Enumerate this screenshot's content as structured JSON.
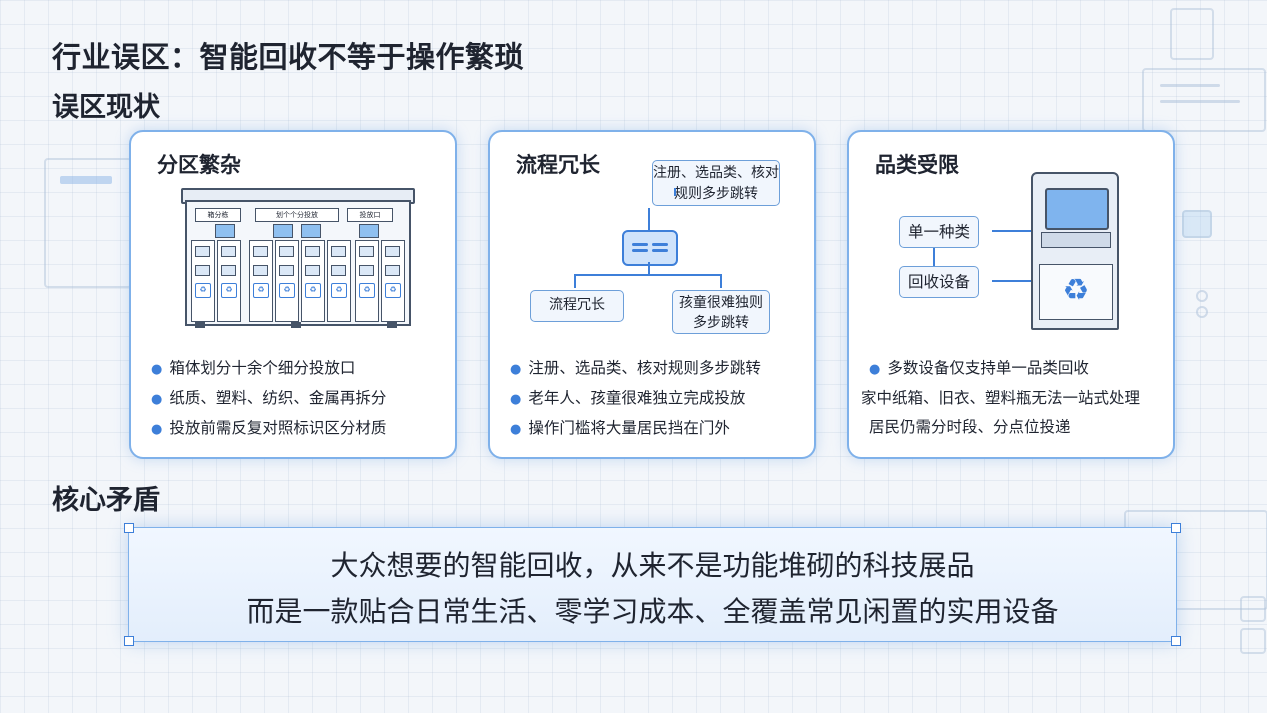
{
  "header": {
    "title": "行业误区：智能回收不等于操作繁琐",
    "subtitle": "误区现状"
  },
  "cards": [
    {
      "title": "分区繁杂",
      "illustration": {
        "signs": [
          "箱分栋",
          "划个个分投放",
          "投放口"
        ]
      },
      "bullets": [
        "箱体划分十余个细分投放口",
        "纸质、塑料、纺织、金属再拆分",
        "投放前需反复对照标识区分材质"
      ]
    },
    {
      "title": "流程冗长",
      "flow": {
        "top_box": "注册、选品类、核对规则多步跳转",
        "left_box": "流程冗长",
        "right_box": "孩童很难独则多步跳转"
      },
      "bullets": [
        "注册、选品类、核对规则多步跳转",
        "老年人、孩童很难独立完成投放",
        "操作门槛将大量居民挡在门外"
      ]
    },
    {
      "title": "品类受限",
      "tags": [
        "单一种类",
        "回收设备"
      ],
      "bullets": [
        "多数设备仅支持单一品类回收",
        "家中纸箱、旧衣、塑料瓶无法一站式处理",
        "居民仍需分时段、分点位投递"
      ]
    }
  ],
  "core": {
    "title": "核心矛盾",
    "line1": "大众想要的智能回收，从来不是功能堆砌的科技展品",
    "line2": "而是一款贴合日常生活、零学习成本、全覆盖常见闲置的实用设备"
  },
  "icons": {
    "recycle": "recycle-icon",
    "bullet": "bullet-dot-icon"
  },
  "colors": {
    "accent": "#3d7fd9",
    "card_border": "#7fb1ea",
    "text": "#1f2430"
  }
}
